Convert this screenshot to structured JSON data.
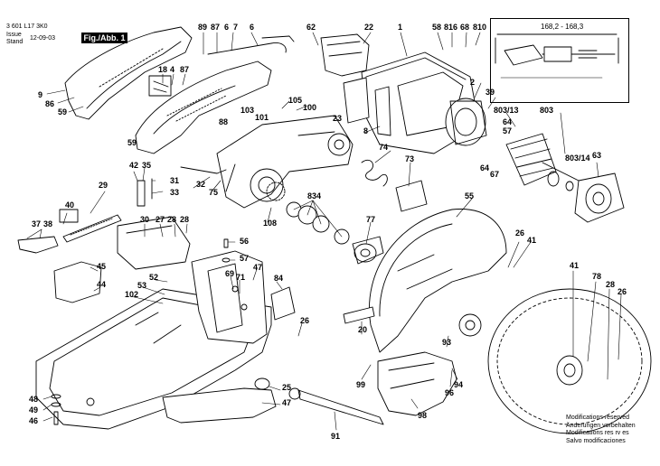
{
  "header": {
    "part_number": "3 601 L17 3K0",
    "issue_label": "Issue",
    "stand_label": "Stand",
    "date": "12-09-03",
    "figure_label": "Fig./Abb. 1"
  },
  "dimension": {
    "text": "168,2 - 168,3"
  },
  "notes": [
    "Modifications reserved",
    "Änderungen vorbehalten",
    "Modifications res rv es",
    "Salvo modificaciones"
  ],
  "labels": {
    "l89": "89",
    "l87": "87",
    "l6a": "6",
    "l7": "7",
    "l6b": "6",
    "l62": "62",
    "l22": "22",
    "l1": "1",
    "l58": "58",
    "l816": "816",
    "l68": "68",
    "l810": "810",
    "l18": "18",
    "l4": "4",
    "l87b": "87",
    "l9": "9",
    "l86": "86",
    "l59a": "59",
    "l88": "88",
    "l103": "103",
    "l101": "101",
    "l105": "105",
    "l100": "100",
    "l8": "8",
    "l2": "2",
    "l39": "39",
    "l803_13": "803/13",
    "l803": "803",
    "l64a": "64",
    "l57": "57",
    "l64b": "64",
    "l67": "67",
    "l803_14": "803/14",
    "l63": "63",
    "l59b": "59",
    "l23": "23",
    "l74": "74",
    "l73": "73",
    "l42": "42",
    "l35": "35",
    "l31": "31",
    "l33": "33",
    "l32": "32",
    "l75": "75",
    "l29": "29",
    "l834": "834",
    "l108": "108",
    "l77": "77",
    "l55": "55",
    "l40": "40",
    "l37": "37",
    "l38": "38",
    "l30": "30",
    "l27": "27",
    "l28a": "28",
    "l28b": "28",
    "l56": "56",
    "l57b": "57",
    "l45": "45",
    "l44": "44",
    "l52": "52",
    "l53": "53",
    "l102": "102",
    "l69": "69",
    "l71": "71",
    "l47a": "47",
    "l84": "84",
    "l26a": "26",
    "l41a": "41",
    "l26b": "26",
    "l20": "20",
    "l41b": "41",
    "l78": "78",
    "l28c": "28",
    "l26c": "26",
    "l99": "99",
    "l94": "94",
    "l96": "96",
    "l93": "93",
    "l98": "98",
    "l25": "25",
    "l47b": "47",
    "l48": "48",
    "l49": "49",
    "l46": "46",
    "l91": "91"
  }
}
